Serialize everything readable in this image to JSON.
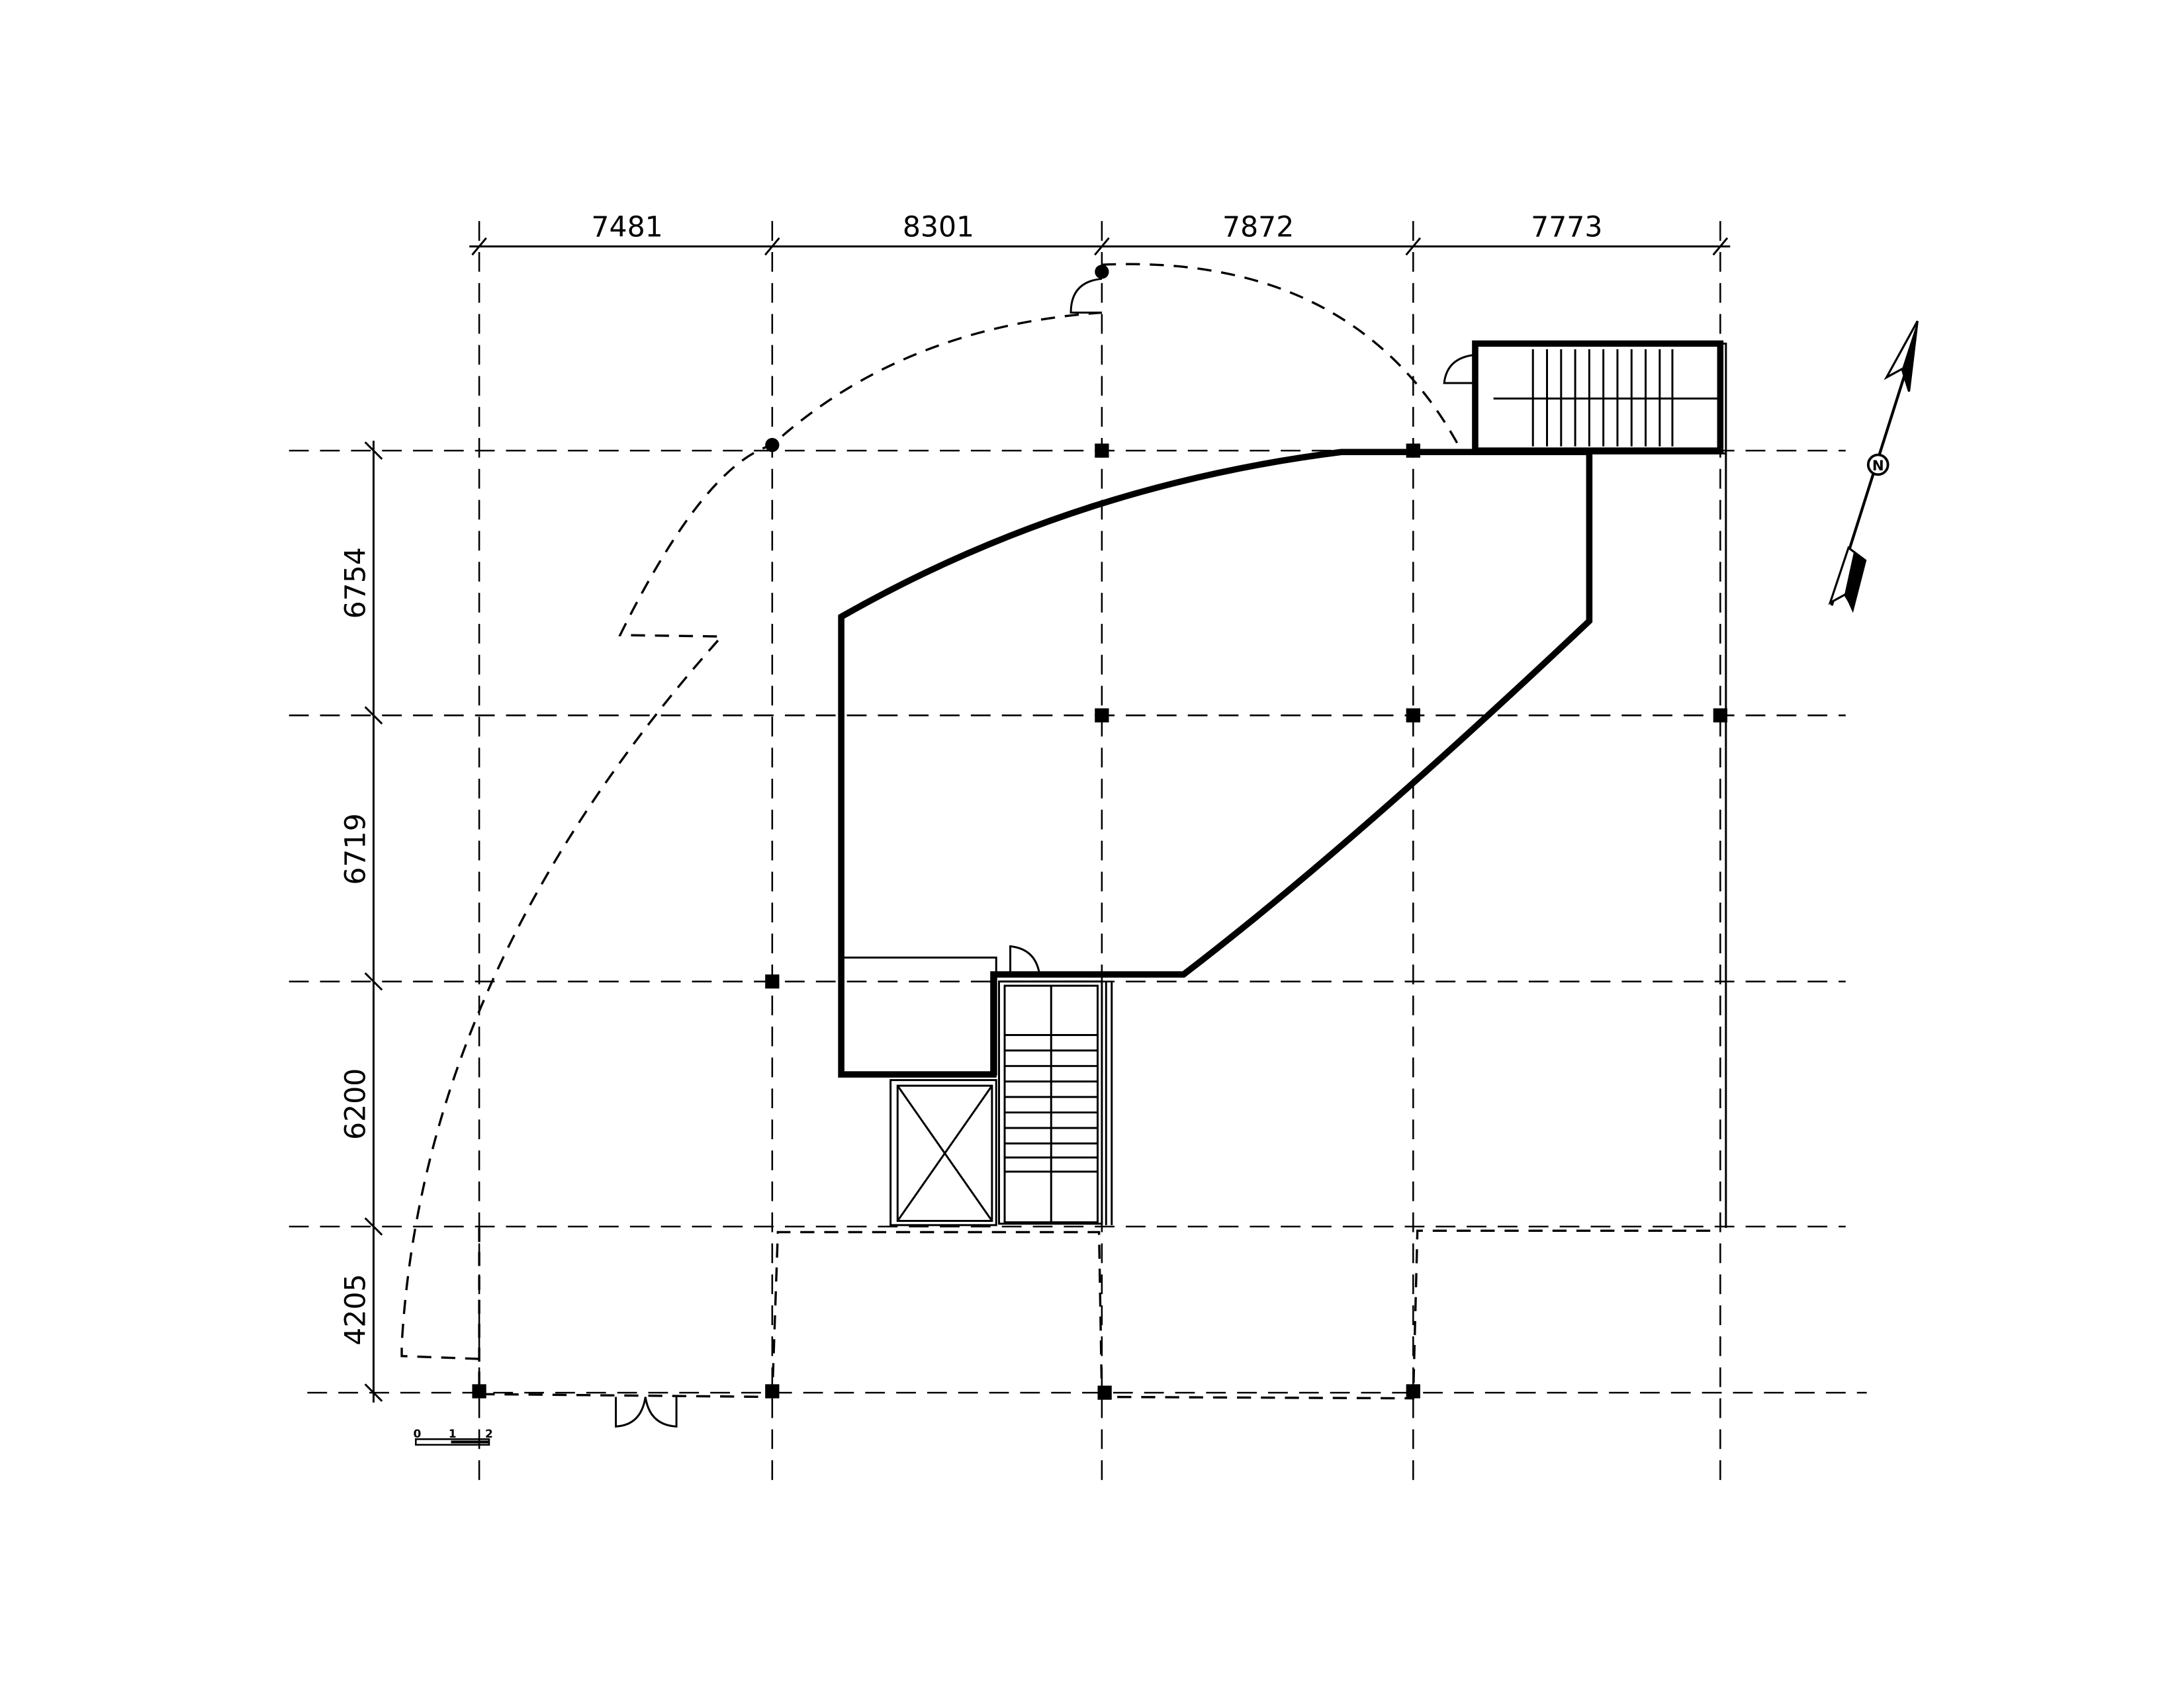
{
  "plan": {
    "column_dimensions": [
      "7481",
      "8301",
      "7872",
      "7773"
    ],
    "row_dimensions": [
      "6754",
      "6719",
      "6200",
      "4205"
    ],
    "scale_bar": {
      "labels": [
        "0",
        "1",
        "2"
      ]
    },
    "north_arrow": {
      "label": "N"
    },
    "colors": {
      "line": "#000000",
      "background": "#ffffff"
    }
  }
}
